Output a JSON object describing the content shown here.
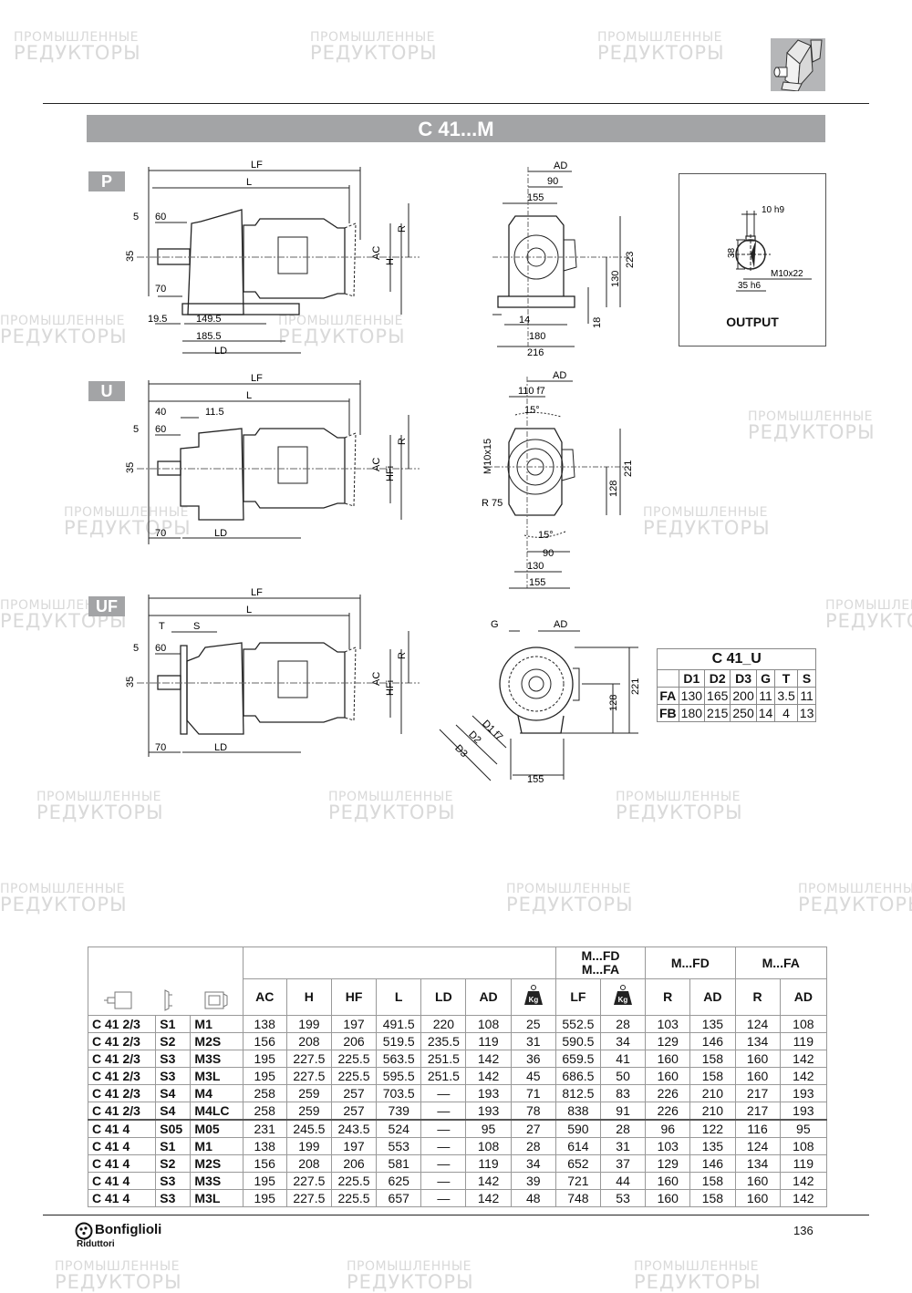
{
  "watermark": {
    "line1": "ПРОМЫШЛЕННЫЕ",
    "line2": "РЕДУКТОРЫ"
  },
  "header": {
    "title": "C 41...M",
    "icon": "gearmotor-thumbnail-icon"
  },
  "views": {
    "P": {
      "tag": "P",
      "side_dims": {
        "LF": "LF",
        "L": "L",
        "d5": "5",
        "d60": "60",
        "d35": "35",
        "d70": "70",
        "d19_5": "19.5",
        "d149_5": "149.5",
        "d185_5": "185.5",
        "LD": "LD",
        "AC": "AC",
        "H": "H",
        "R": "R"
      },
      "front_dims": {
        "AD": "AD",
        "d90": "90",
        "d155": "155",
        "d223": "223",
        "d130": "130",
        "d14": "14",
        "d18": "18",
        "d180": "180",
        "d216": "216"
      }
    },
    "U": {
      "tag": "U",
      "side_dims": {
        "LF": "LF",
        "L": "L",
        "d40": "40",
        "d11_5": "11.5",
        "d5": "5",
        "d60": "60",
        "d35": "35",
        "d70": "70",
        "LD": "LD",
        "AC": "AC",
        "HF": "HFi",
        "R": "R"
      },
      "front_dims": {
        "AD": "AD",
        "d110": "110 f7",
        "a15a": "15°",
        "m10": "M10x15",
        "r75": "R 75",
        "d221": "221",
        "d128": "128",
        "a15b": "15°",
        "d90": "90",
        "d130": "130",
        "d155": "155"
      }
    },
    "UF": {
      "tag": "UF",
      "side_dims": {
        "LF": "LF",
        "L": "L",
        "T": "T",
        "S": "S",
        "d5": "5",
        "d60": "60",
        "d35": "35",
        "d70": "70",
        "LD": "LD",
        "AC": "AC",
        "HF": "HFi",
        "R": "R"
      },
      "front_dims": {
        "G": "G",
        "AD": "AD",
        "d221": "221",
        "d128": "128",
        "D1": "D1 f7",
        "D2": "D2",
        "D3": "D3",
        "d155": "155"
      }
    }
  },
  "output": {
    "label": "OUTPUT",
    "d10": "10 h9",
    "d38": "38",
    "m10": "M10x22",
    "d35": "35 h6"
  },
  "flange_table": {
    "title": "C 41_U",
    "columns": [
      "D1",
      "D2",
      "D3",
      "G",
      "T",
      "S"
    ],
    "rows": [
      {
        "name": "FA",
        "values": [
          "130",
          "165",
          "200",
          "11",
          "3.5",
          "11"
        ]
      },
      {
        "name": "FB",
        "values": [
          "180",
          "215",
          "250",
          "14",
          "4",
          "13"
        ]
      }
    ]
  },
  "main_table": {
    "header_groups": {
      "mfd_mfa_1": "M...FD",
      "mfd_mfa_2": "M...FA",
      "mfd": "M...FD",
      "mfa": "M...FA"
    },
    "icons": [
      "gearbox-icon",
      "flange-icon",
      "motor-icon"
    ],
    "columns": [
      "AC",
      "H",
      "HF",
      "L",
      "LD",
      "AD",
      "Kg",
      "LF",
      "Kg",
      "R",
      "AD",
      "R",
      "AD"
    ],
    "rows": [
      [
        "C 41 2/3",
        "S1",
        "M1",
        "138",
        "199",
        "197",
        "491.5",
        "220",
        "108",
        "25",
        "552.5",
        "28",
        "103",
        "135",
        "124",
        "108"
      ],
      [
        "C 41 2/3",
        "S2",
        "M2S",
        "156",
        "208",
        "206",
        "519.5",
        "235.5",
        "119",
        "31",
        "590.5",
        "34",
        "129",
        "146",
        "134",
        "119"
      ],
      [
        "C 41 2/3",
        "S3",
        "M3S",
        "195",
        "227.5",
        "225.5",
        "563.5",
        "251.5",
        "142",
        "36",
        "659.5",
        "41",
        "160",
        "158",
        "160",
        "142"
      ],
      [
        "C 41 2/3",
        "S3",
        "M3L",
        "195",
        "227.5",
        "225.5",
        "595.5",
        "251.5",
        "142",
        "45",
        "686.5",
        "50",
        "160",
        "158",
        "160",
        "142"
      ],
      [
        "C 41 2/3",
        "S4",
        "M4",
        "258",
        "259",
        "257",
        "703.5",
        "—",
        "193",
        "71",
        "812.5",
        "83",
        "226",
        "210",
        "217",
        "193"
      ],
      [
        "C 41 2/3",
        "S4",
        "M4LC",
        "258",
        "259",
        "257",
        "739",
        "—",
        "193",
        "78",
        "838",
        "91",
        "226",
        "210",
        "217",
        "193"
      ],
      [
        "C 41 4",
        "S05",
        "M05",
        "231",
        "245.5",
        "243.5",
        "524",
        "—",
        "95",
        "27",
        "590",
        "28",
        "96",
        "122",
        "116",
        "95"
      ],
      [
        "C 41 4",
        "S1",
        "M1",
        "138",
        "199",
        "197",
        "553",
        "—",
        "108",
        "28",
        "614",
        "31",
        "103",
        "135",
        "124",
        "108"
      ],
      [
        "C 41 4",
        "S2",
        "M2S",
        "156",
        "208",
        "206",
        "581",
        "—",
        "119",
        "34",
        "652",
        "37",
        "129",
        "146",
        "134",
        "119"
      ],
      [
        "C 41 4",
        "S3",
        "M3S",
        "195",
        "227.5",
        "225.5",
        "625",
        "—",
        "142",
        "39",
        "721",
        "44",
        "160",
        "158",
        "160",
        "142"
      ],
      [
        "C 41 4",
        "S3",
        "M3L",
        "195",
        "227.5",
        "225.5",
        "657",
        "—",
        "142",
        "48",
        "748",
        "53",
        "160",
        "158",
        "160",
        "142"
      ]
    ]
  },
  "footer": {
    "brand": "Bonfiglioli",
    "sub": "Riduttori",
    "page": "136"
  }
}
